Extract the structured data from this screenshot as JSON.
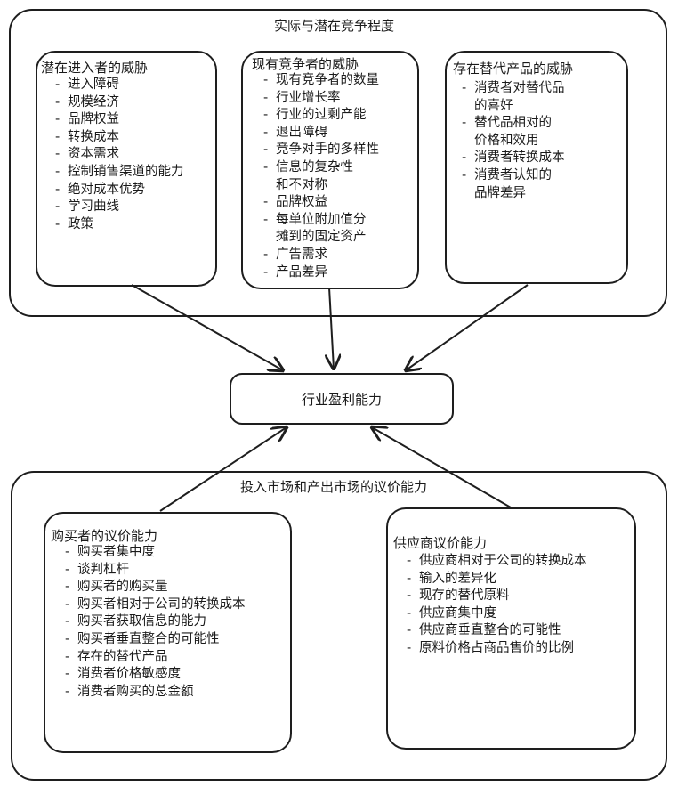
{
  "top_group": {
    "title": "实际与潜在竞争程度",
    "new_entrants": {
      "title": "潜在进入者的威胁",
      "items": [
        "进入障碍",
        "规模经济",
        "品牌权益",
        "转换成本",
        "资本需求",
        "控制销售渠道的能力",
        "绝对成本优势",
        "学习曲线",
        "政策"
      ]
    },
    "existing_competitors": {
      "title": "现有竞争者的威胁",
      "items": [
        "现有竞争者的数量",
        "行业增长率",
        "行业的过剩产能",
        "退出障碍",
        "竞争对手的多样性",
        "信息的复杂性\n和不对称",
        "品牌权益",
        "每单位附加值分\n摊到的固定资产",
        "广告需求",
        "产品差异"
      ]
    },
    "substitutes": {
      "title": "存在替代产品的威胁",
      "items": [
        "消费者对替代品\n的喜好",
        "替代品相对的\n价格和效用",
        "消费者转换成本",
        "消费者认知的\n品牌差异"
      ]
    }
  },
  "center": {
    "label": "行业盈利能力"
  },
  "bottom_group": {
    "title": "投入市场和产出市场的议价能力",
    "buyers": {
      "title": "购买者的议价能力",
      "items": [
        "购买者集中度",
        "谈判杠杆",
        "购买者的购买量",
        "购买者相对于公司的转换成本",
        "购买者获取信息的能力",
        "购买者垂直整合的可能性",
        "存在的替代产品",
        "消费者价格敏感度",
        "消费者购买的总金额"
      ]
    },
    "suppliers": {
      "title": "供应商议价能力",
      "items": [
        "供应商相对于公司的转换成本",
        "输入的差异化",
        "现存的替代原料",
        "供应商集中度",
        "供应商垂直整合的可能性",
        "原料价格占商品售价的比例"
      ]
    }
  }
}
